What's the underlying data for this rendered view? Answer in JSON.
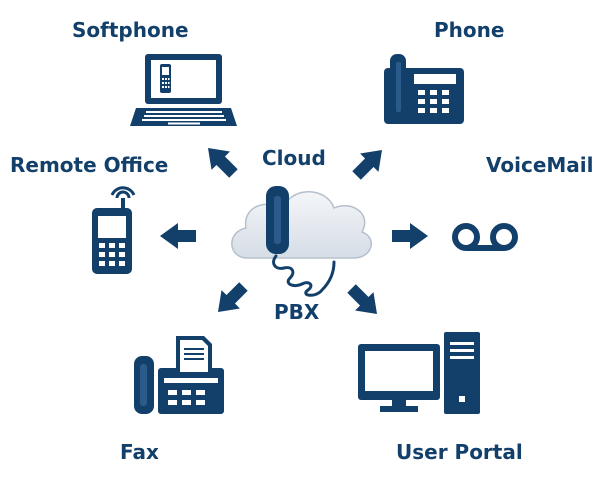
{
  "diagram": {
    "center": {
      "top_label": "Cloud",
      "bottom_label": "PBX"
    },
    "nodes": {
      "softphone": "Softphone",
      "phone": "Phone",
      "remote_office": "Remote Office",
      "voicemail": "VoiceMail",
      "fax": "Fax",
      "user_portal": "User Portal"
    }
  },
  "colors": {
    "icon": "#13406b",
    "cloud_fill": "#e4e9ef",
    "cloud_stroke": "#b5c0cc",
    "label": "#13406b",
    "background": "#ffffff"
  },
  "icons": [
    "cloud-icon",
    "handset-icon",
    "laptop-icon",
    "desk-phone-icon",
    "mobile-phone-icon",
    "voicemail-icon",
    "fax-icon",
    "computer-icon"
  ]
}
